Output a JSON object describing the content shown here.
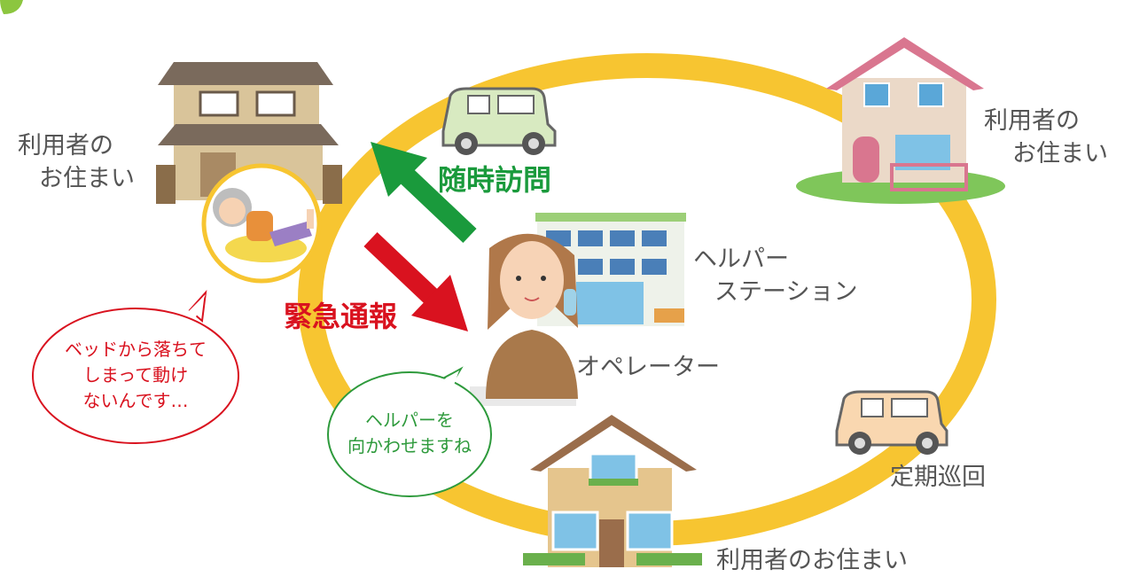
{
  "labels": {
    "residence_left": [
      "利用者の",
      "お住まい"
    ],
    "residence_right": [
      "利用者の",
      "お住まい"
    ],
    "residence_bottom": "利用者のお住まい",
    "helper_station": [
      "ヘルパー",
      "ステーション"
    ],
    "operator": "オペレーター",
    "regular_patrol": "定期巡回"
  },
  "arrows": {
    "visit": {
      "label": "随時訪問",
      "color": "#1a9a3c"
    },
    "emergency": {
      "label": "緊急通報",
      "color": "#d9121f"
    }
  },
  "bubbles": {
    "user": {
      "lines": [
        "ベッドから落ちて",
        "しまって動け",
        "ないんです…"
      ],
      "color": "#d9121f"
    },
    "operator": {
      "lines": [
        "ヘルパーを",
        "向かわせますね"
      ],
      "color": "#2e9a3c"
    }
  },
  "colors": {
    "ring": "#f7c531",
    "roof_pink": "#d9768f",
    "roof_brown": "#9a6d4b",
    "roof_gray": "#7a6a5c",
    "car_green": "#d8eac1",
    "car_orange": "#f9d7b0"
  }
}
